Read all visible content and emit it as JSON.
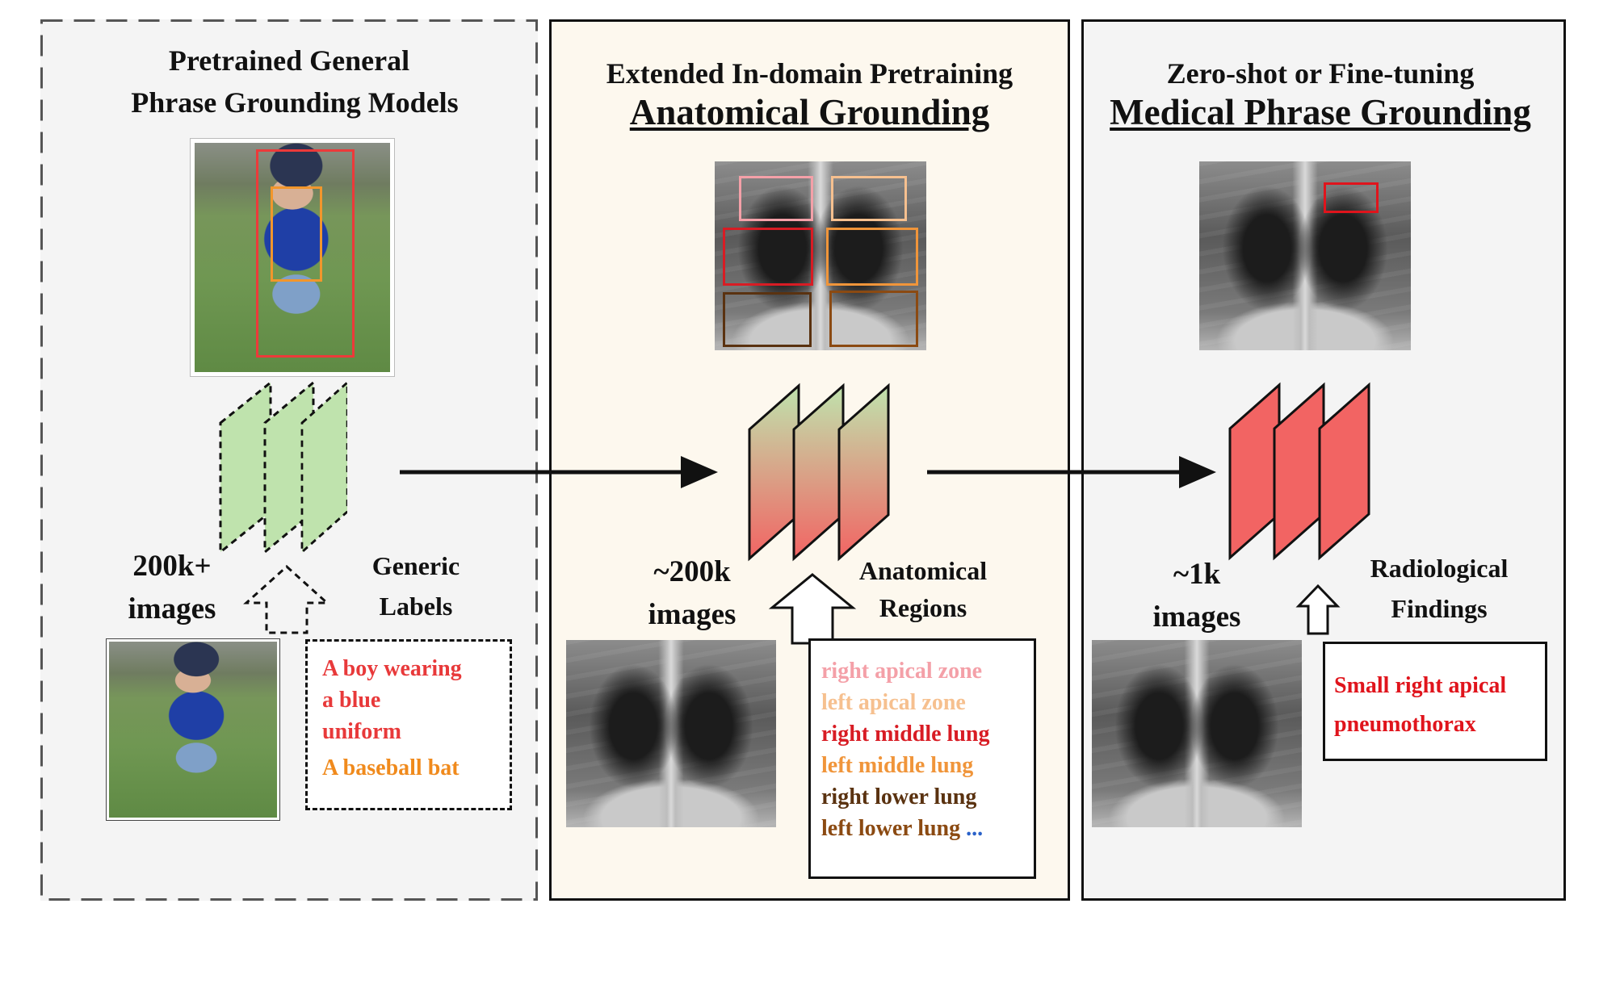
{
  "panel1": {
    "title_line1": "Pretrained General",
    "title_line2": "Phrase Grounding Models",
    "count_line1": "200k+",
    "count_line2": "images",
    "label_line1": "Generic",
    "label_line2": "Labels",
    "phrases": [
      {
        "text": "A boy wearing",
        "color": "#e8393a"
      },
      {
        "text": "a blue",
        "color": "#e8393a"
      },
      {
        "text": "uniform",
        "color": "#e8393a"
      },
      {
        "text": "A baseball bat",
        "color": "#f08a1c"
      }
    ],
    "model_color": "#bfe3ad"
  },
  "panel2": {
    "title_line1": "Extended In-domain Pretraining",
    "title_line2": "Anatomical Grounding",
    "count_line1": "~200k",
    "count_line2": "images",
    "label_line1": "Anatomical",
    "label_line2": "Regions",
    "regions": [
      {
        "text": "right apical zone",
        "color": "#f4a0a8"
      },
      {
        "text": "left apical zone",
        "color": "#f6c08f"
      },
      {
        "text": "right middle lung",
        "color": "#d81c24"
      },
      {
        "text": "left middle lung",
        "color": "#f0953a"
      },
      {
        "text": "right lower lung",
        "color": "#5a3210"
      },
      {
        "text": "left lower lung",
        "color": "#8b4a12"
      }
    ],
    "ellipsis": "...",
    "ellipsis_color": "#2a62c9"
  },
  "panel3": {
    "title_line1": "Zero-shot or Fine-tuning",
    "title_line2": "Medical Phrase Grounding",
    "count_line1": "~1k",
    "count_line2": "images",
    "label_line1": "Radiological",
    "label_line2": "Findings",
    "findings": [
      {
        "text": "Small right apical",
        "color": "#e0141c"
      },
      {
        "text": "pneumothorax",
        "color": "#e0141c"
      }
    ],
    "model_color": "#f26463"
  }
}
